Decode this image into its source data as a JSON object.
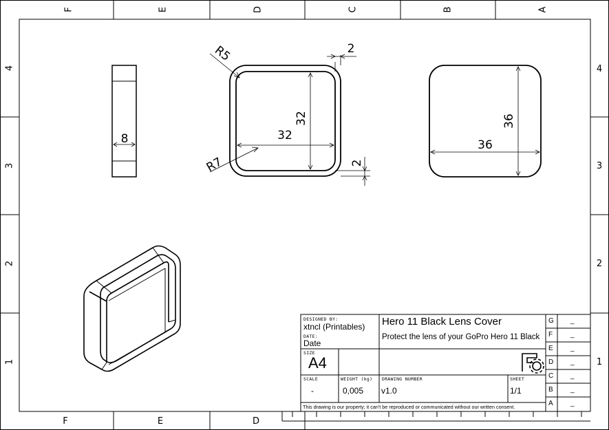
{
  "zones": {
    "columns": [
      "F",
      "E",
      "D",
      "C",
      "B",
      "A"
    ],
    "rows": [
      "4",
      "3",
      "2",
      "1"
    ]
  },
  "dimensions": {
    "radius_outer": "R5",
    "radius_inner": "R7",
    "wall_top": "2",
    "wall_side": "2",
    "inner_width": "32",
    "inner_height": "32",
    "side_thickness": "8",
    "outer_width": "36",
    "outer_height": "36"
  },
  "title_block": {
    "designed_by_label": "DESIGNED BY:",
    "designed_by": "xtncl (Printables)",
    "date_label": "DATE:",
    "date": "Date",
    "size_label": "SIZE",
    "size": "A4",
    "title": "Hero 11 Black Lens Cover",
    "subtitle": "Protect the lens of your GoPro Hero 11 Black",
    "scale_label": "SCALE",
    "scale": "-",
    "weight_label": "WEIGHT (kg)",
    "weight": "0,005",
    "drawing_number_label": "DRAWING NUMBER",
    "drawing_number": "v1.0",
    "sheet_label": "SHEET",
    "sheet": "1/1",
    "disclaimer": "This drawing is our property; it can't be reproduced or communicated without our written consent.",
    "revisions": [
      {
        "letter": "G",
        "value": "_"
      },
      {
        "letter": "F",
        "value": "_"
      },
      {
        "letter": "E",
        "value": "_"
      },
      {
        "letter": "D",
        "value": "_"
      },
      {
        "letter": "C",
        "value": "_"
      },
      {
        "letter": "B",
        "value": "_"
      },
      {
        "letter": "A",
        "value": "_"
      }
    ]
  },
  "colors": {
    "line": "#000000",
    "background": "#ffffff"
  }
}
